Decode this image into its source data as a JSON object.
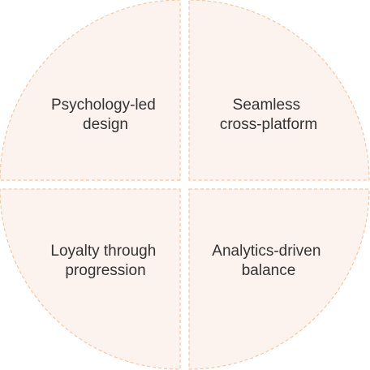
{
  "quadrants": [
    {
      "id": "top-left",
      "lines": [
        "Psychology-led",
        "design"
      ]
    },
    {
      "id": "top-right",
      "lines": [
        "Seamless",
        "cross-platform"
      ]
    },
    {
      "id": "bottom-left",
      "lines": [
        "Loyalty through",
        "progression"
      ]
    },
    {
      "id": "bottom-right",
      "lines": [
        "Analytics-driven",
        "balance"
      ]
    }
  ],
  "colors": {
    "fill": "#FCF3EE",
    "stroke": "#F4C7A6",
    "text": "#333333"
  }
}
